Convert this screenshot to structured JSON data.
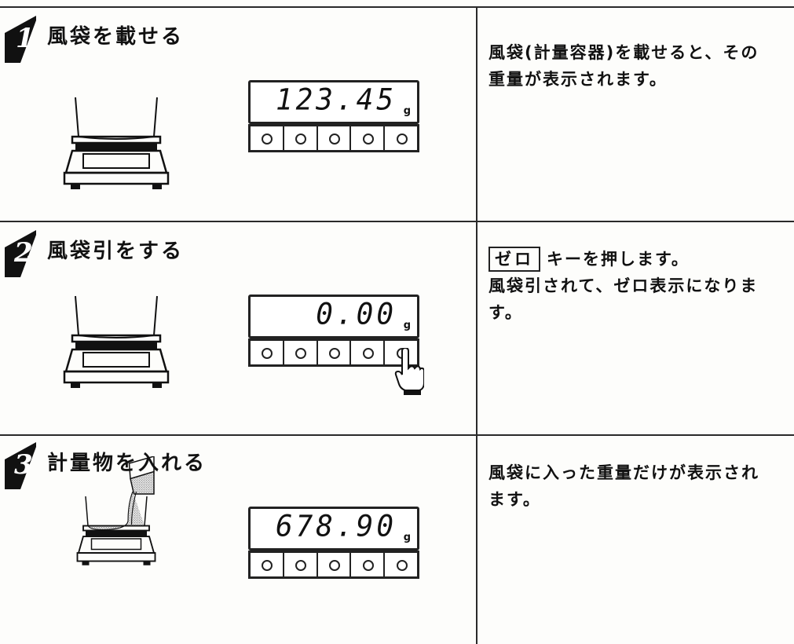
{
  "steps": [
    {
      "number": "1",
      "title": "風袋を載せる",
      "display": "123.45",
      "unit": "g",
      "desc_lines": [
        "風袋(計量容器)を載せると、その",
        "重量が表示されます。"
      ]
    },
    {
      "number": "2",
      "title": "風袋引をする",
      "display": "0.00",
      "unit": "g",
      "key_label": "ゼロ",
      "desc_key_suffix": "キーを押します。",
      "desc_lines": [
        "風袋引されて、ゼロ表示になりま",
        "す。"
      ]
    },
    {
      "number": "3",
      "title": "計量物を入れる",
      "display": "678.90",
      "unit": "g",
      "desc_lines": [
        "風袋に入った重量だけが表示され",
        "ます。"
      ]
    }
  ],
  "icons": {
    "scale": "scale-icon",
    "hand": "pointing-hand-icon"
  }
}
